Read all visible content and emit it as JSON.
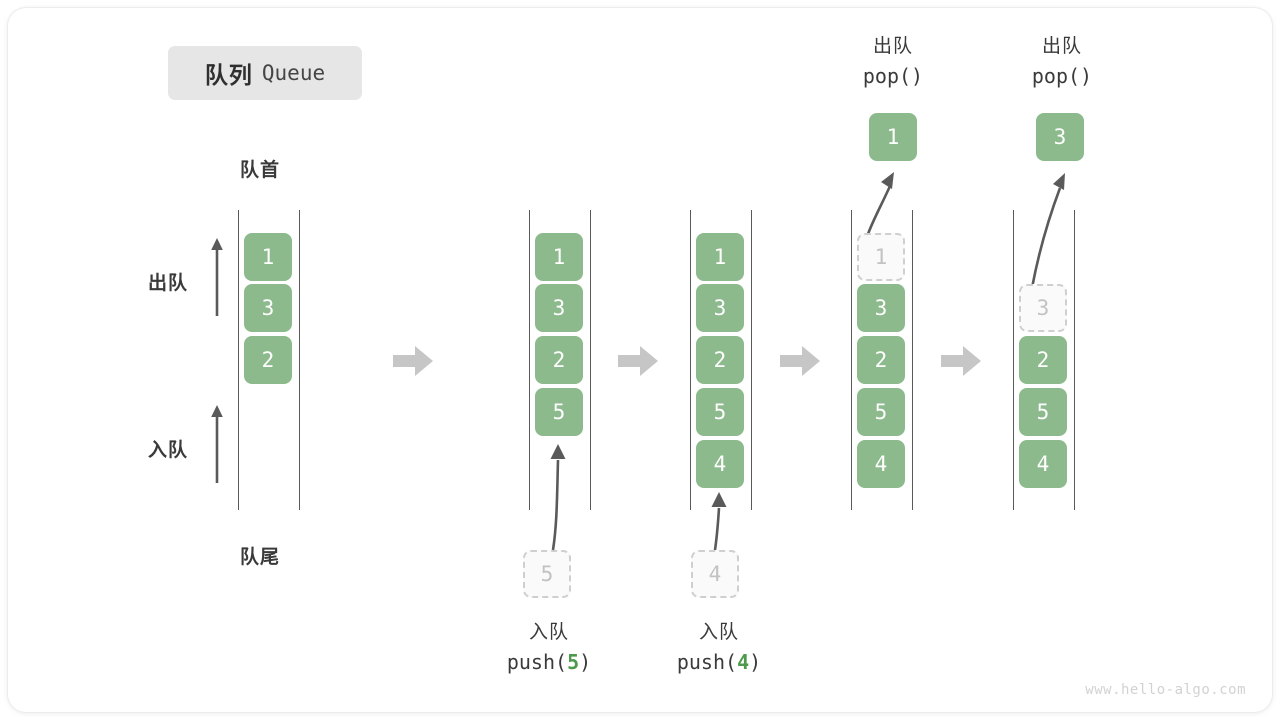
{
  "title": {
    "cn": "队列",
    "en": "Queue"
  },
  "labels": {
    "front": "队首",
    "rear": "队尾",
    "dequeue": "出队",
    "enqueue": "入队"
  },
  "captions": {
    "push5": {
      "cn": "入队",
      "code_pre": "push(",
      "arg": "5",
      "code_post": ")"
    },
    "push4": {
      "cn": "入队",
      "code_pre": "push(",
      "arg": "4",
      "code_post": ")"
    },
    "pop1": {
      "cn": "出队",
      "code": "pop()"
    },
    "pop2": {
      "cn": "出队",
      "code": "pop()"
    }
  },
  "columns": [
    {
      "name": "initial",
      "cells": [
        "1",
        "3",
        "2"
      ]
    },
    {
      "name": "push-5",
      "cells": [
        "1",
        "3",
        "2",
        "5"
      ],
      "incoming": "5"
    },
    {
      "name": "push-4",
      "cells": [
        "1",
        "3",
        "2",
        "5",
        "4"
      ],
      "incoming": "4"
    },
    {
      "name": "pop-1",
      "cells": [
        "1",
        "3",
        "2",
        "5",
        "4"
      ],
      "ghost_index": 0,
      "popped": "1"
    },
    {
      "name": "pop-3",
      "cells": [
        "3",
        "2",
        "5",
        "4"
      ],
      "ghost_index": 0,
      "popped": "3"
    }
  ],
  "colors": {
    "cell_green": "#8cba8c",
    "arg_green": "#4d9a4d",
    "rail_gray": "#5a5a5a",
    "ghost_border": "#cfcfcf",
    "separator_gray": "#c6c6c6",
    "arrow_gray": "#5a5a5a"
  },
  "watermark": "www.hello-algo.com"
}
